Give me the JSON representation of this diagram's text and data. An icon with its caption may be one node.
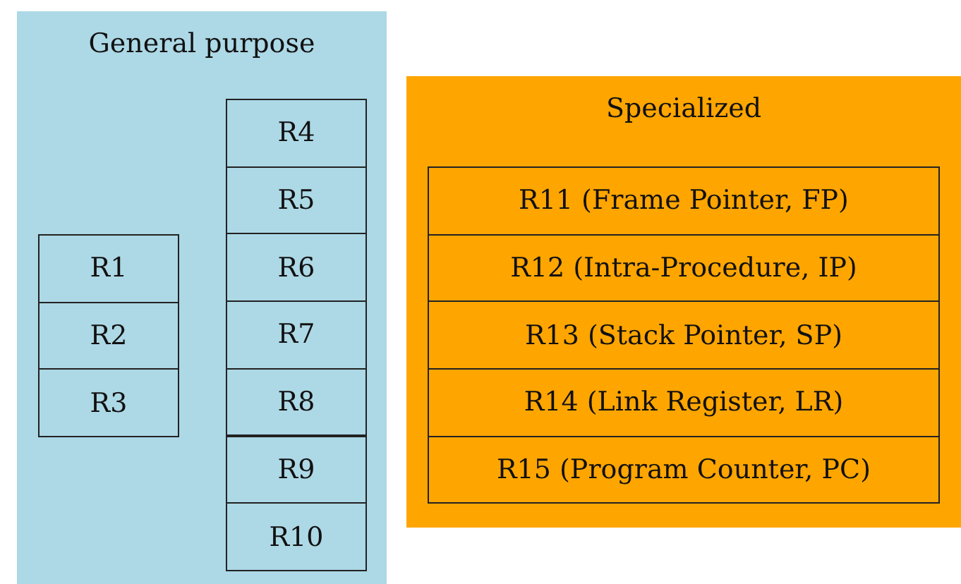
{
  "diagram": {
    "nodes": [
      {
        "text": [
          "General purpose"
        ]
      },
      {
        "text": [
          "R1"
        ],
        "in": 0
      },
      {
        "text": [
          "R2"
        ],
        "in": 0
      },
      {
        "text": [
          "R3"
        ],
        "in": 0
      },
      {
        "text": [
          "R4"
        ],
        "in": 0
      },
      {
        "text": [
          "R5"
        ],
        "in": 0
      },
      {
        "text": [
          "R6"
        ],
        "in": 0
      },
      {
        "text": [
          "R7"
        ],
        "in": 0
      },
      {
        "text": [
          "R8"
        ],
        "in": 0
      },
      {
        "text": [
          "R9"
        ],
        "in": 0
      },
      {
        "text": [
          "R10"
        ],
        "in": 0
      },
      {
        "text": [
          "Specialized"
        ]
      },
      {
        "text": [
          "R11 (Frame Pointer, FP)"
        ],
        "in": 11
      },
      {
        "text": [
          "R12 (Intra-Procedure, IP)"
        ],
        "in": 11
      },
      {
        "text": [
          "R13 (Stack Pointer, SP)"
        ],
        "in": 11
      },
      {
        "text": [
          "R14 (Link Register, LR)"
        ],
        "in": 11
      },
      {
        "text": [
          "R15 (Program Counter, PC)"
        ],
        "in": 11
      }
    ]
  }
}
